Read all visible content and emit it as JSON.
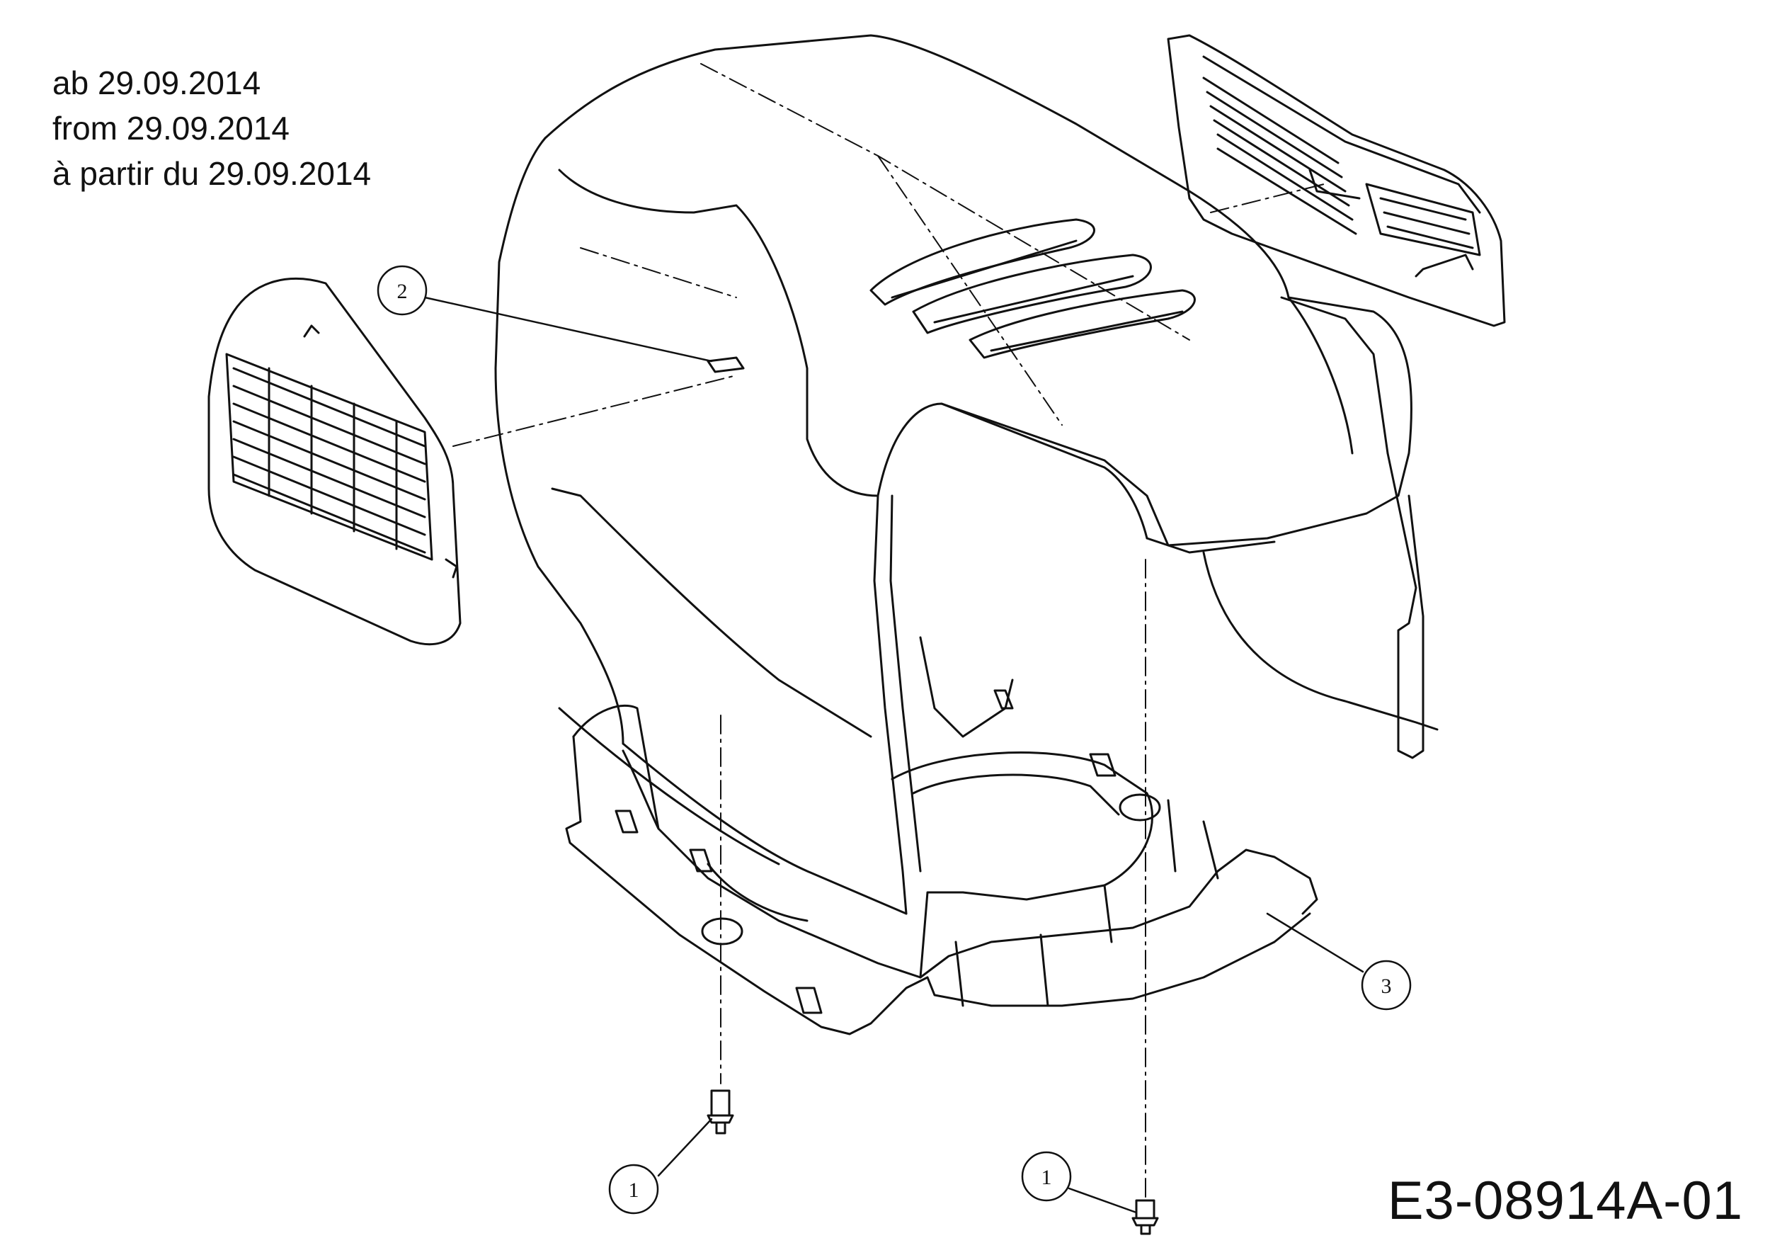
{
  "notes": {
    "de": "ab 29.09.2014",
    "en": "from 29.09.2014",
    "fr": "à partir du 29.09.2014"
  },
  "drawing_number": "E3-08914A-01",
  "callouts": [
    {
      "id": "callout-2",
      "label": "2"
    },
    {
      "id": "callout-3",
      "label": "3"
    },
    {
      "id": "callout-1a",
      "label": "1"
    },
    {
      "id": "callout-1b",
      "label": "1"
    }
  ]
}
